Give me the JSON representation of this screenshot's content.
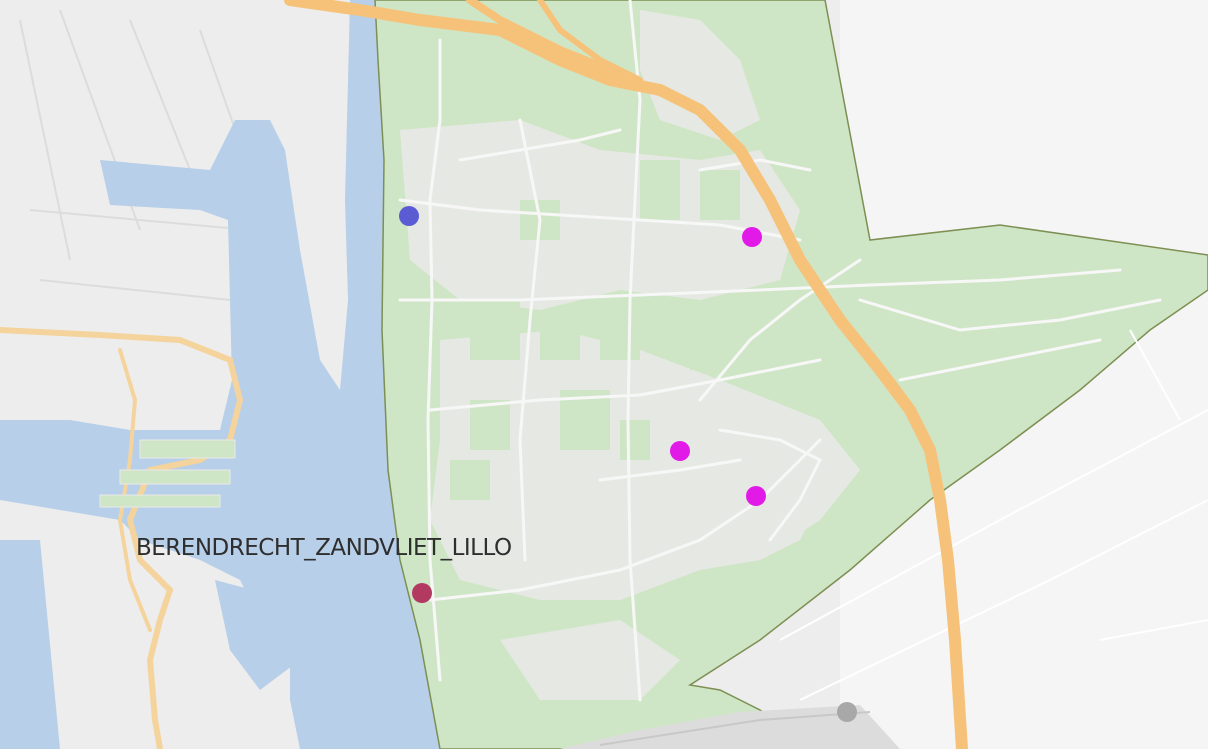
{
  "map": {
    "district_label": "BERENDRECHT_ZANDVLIET_LILLO",
    "colors": {
      "background": "#ededed",
      "water": "#b7cfe8",
      "district_fill": "#cfe6c6",
      "district_border": "#7d8f52",
      "highway": "#f6c27a",
      "highway_casing": "#f2b866",
      "minor_road": "#f7f7f7",
      "urban": "#e9ece6"
    },
    "markers": [
      {
        "name": "marker-blue",
        "color": "#5b5bd3"
      },
      {
        "name": "marker-magenta-north",
        "color": "#e21ae8"
      },
      {
        "name": "marker-magenta-center",
        "color": "#e21ae8"
      },
      {
        "name": "marker-magenta-south",
        "color": "#e21ae8"
      },
      {
        "name": "marker-crimson",
        "color": "#b23a61"
      },
      {
        "name": "marker-gray",
        "color": "#a8a8a8"
      }
    ]
  }
}
